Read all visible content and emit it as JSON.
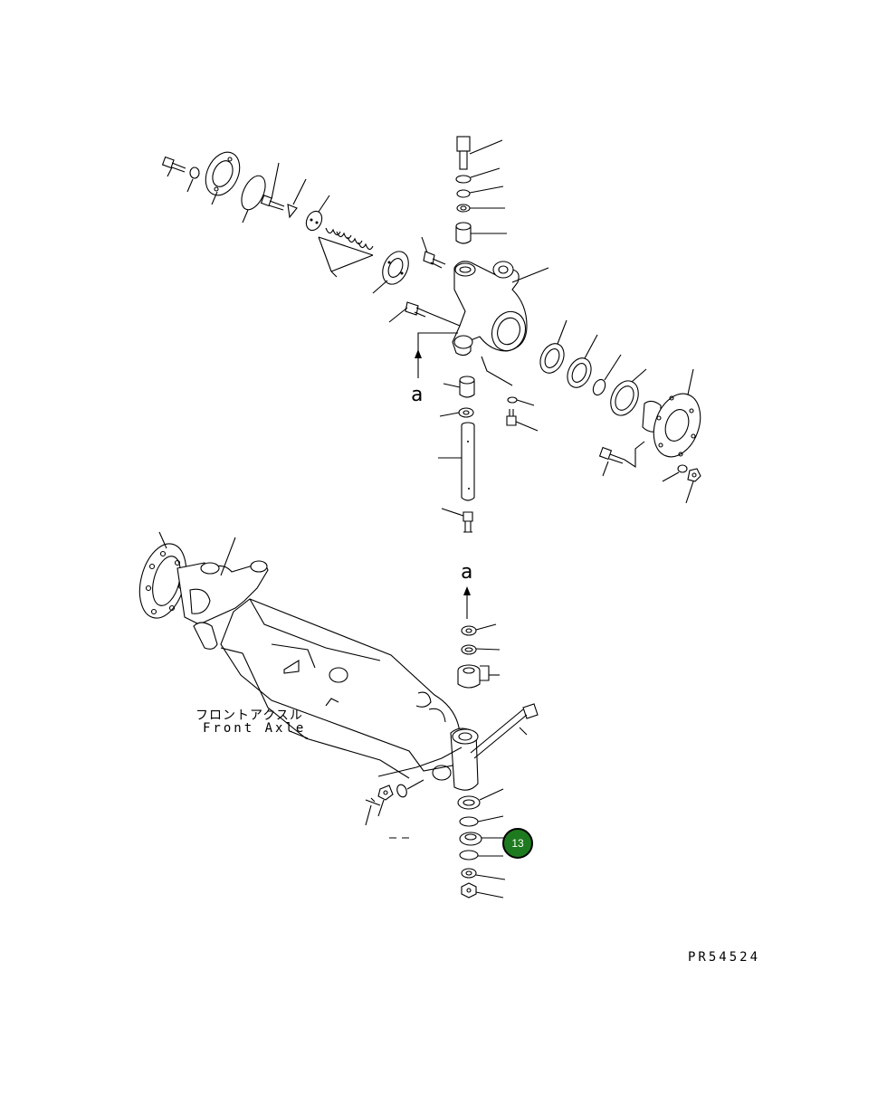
{
  "diagram": {
    "view_marker_top": "a",
    "view_marker_bottom": "a",
    "label_jp": "フロントアクスル",
    "label_en": "Front Axle",
    "drawing_code": "PR54524",
    "callout": {
      "number": "13",
      "color": "#1e7a1e"
    }
  }
}
